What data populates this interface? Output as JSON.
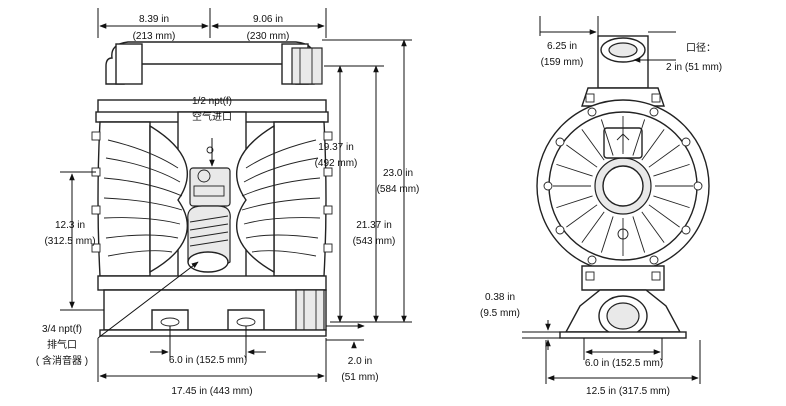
{
  "front_view": {
    "dim_top_left": {
      "in": "8.39 in",
      "mm": "(213 mm)"
    },
    "dim_top_right": {
      "in": "9.06 in",
      "mm": "(230 mm)"
    },
    "air_inlet": {
      "line1": "1/2 npt(f)",
      "line2": "空气进口"
    },
    "dim_inlet_height": {
      "in": "19.37 in",
      "mm": "(492 mm)"
    },
    "dim_total_height": {
      "in": "23.0 in",
      "mm": "(584 mm)"
    },
    "dim_mid_height": {
      "in": "21.37 in",
      "mm": "(543 mm)"
    },
    "dim_outlet_height": {
      "in": "12.3 in",
      "mm": "(312.5 mm)"
    },
    "exhaust": {
      "line1": "3/4 npt(f)",
      "line2": "排气口",
      "line3": "( 含消音器 )"
    },
    "dim_base_hole": {
      "text": "6.0 in (152.5 mm)"
    },
    "dim_foot": {
      "in": "2.0 in",
      "mm": "(51 mm)"
    },
    "dim_total_width": {
      "text": "17.45 in (443 mm)"
    }
  },
  "side_view": {
    "dim_port_width": {
      "in": "6.25 in",
      "mm": "(159 mm)"
    },
    "port_size": {
      "line1": "口径：",
      "line2": "2 in (51 mm)"
    },
    "dim_base_thickness": {
      "in": "0.38 in",
      "mm": "(9.5 mm)"
    },
    "dim_base_hole": {
      "text": "6.0 in (152.5 mm)"
    },
    "dim_total_width": {
      "text": "12.5 in (317.5 mm)"
    }
  }
}
